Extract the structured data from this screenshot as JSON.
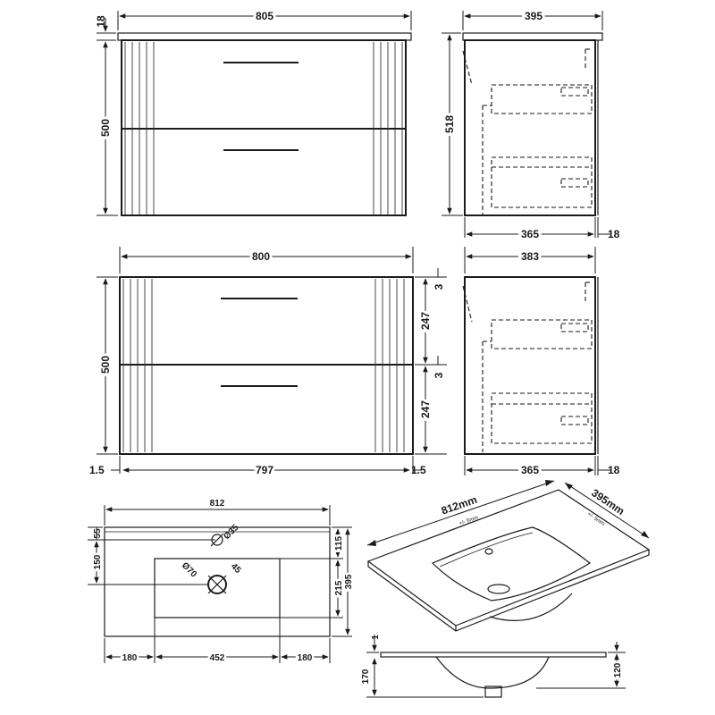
{
  "front_top": {
    "width": "805",
    "top_thickness": "18",
    "height": "500"
  },
  "side_top": {
    "depth": "395",
    "height": "518",
    "carcass_depth": "365",
    "front_depth": "18"
  },
  "front_mid": {
    "width": "800",
    "height": "500",
    "drawer_height_1": "247",
    "drawer_height_2": "247",
    "gap_1": "3",
    "gap_2": "3",
    "side_left": "1.5",
    "inner_width": "797",
    "side_right": "1.5"
  },
  "side_mid": {
    "depth": "383",
    "carcass_depth": "365",
    "front_depth": "18"
  },
  "basin_plan": {
    "width": "812",
    "tap_hole": "Ø35",
    "waste": "Ø70",
    "waste_offset": "45",
    "dim_55": "55",
    "dim_150": "150",
    "dim_115": "115",
    "dim_215": "215",
    "depth": "395",
    "left_margin": "180",
    "bowl_width": "452",
    "right_margin": "180"
  },
  "basin_iso": {
    "width_label": "812mm",
    "width_tolerance": "+/- 5mm",
    "depth_label": "395mm",
    "depth_tolerance": "+/- 5mm"
  },
  "basin_elevation": {
    "rim": "1",
    "overall_depth": "170",
    "bowl_depth": "120"
  }
}
